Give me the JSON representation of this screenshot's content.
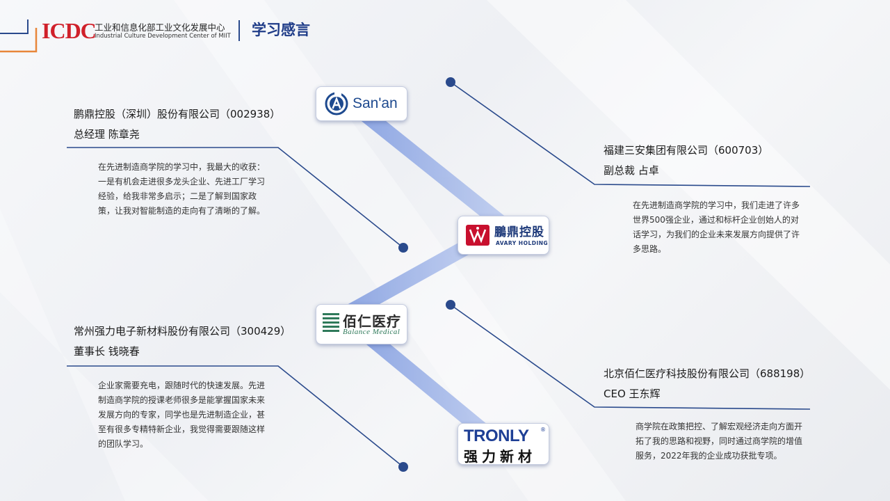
{
  "header": {
    "logo_text": "ICDC",
    "org_name_cn": "工业和信息化部工业文化发展中心",
    "org_name_en": "Industrial Culture Development Center of MIIT",
    "page_title": "学习感言"
  },
  "colors": {
    "accent_blue": "#2a4a8c",
    "logo_red": "#d0202a",
    "header_orange": "#e8863a"
  },
  "testimonials": [
    {
      "company": "鹏鼎控股（深圳）股份有限公司（002938）",
      "person": "总经理 陈章尧",
      "quote": "在先进制造商学院的学习中，我最大的收获：一是有机会走进很多龙头企业、先进工厂学习经验，给我非常多启示；二是了解到国家政策，让我对智能制造的走向有了清晰的了解。"
    },
    {
      "company": "福建三安集团有限公司（600703）",
      "person": "副总裁 占卓",
      "quote": "在先进制造商学院的学习中，我们走进了许多世界500强企业，通过和标杆企业创始人的对话学习，为我们的企业未来发展方向提供了许多思路。"
    },
    {
      "company": "常州强力电子新材料股份有限公司（300429）",
      "person": "董事长 钱晓春",
      "quote": "企业家需要充电，跟随时代的快速发展。先进制造商学院的授课老师很多是能掌握国家未来发展方向的专家，同学也是先进制造企业，甚至有很多专精特新企业，我觉得需要跟随这样的团队学习。"
    },
    {
      "company": "北京佰仁医疗科技股份有限公司（688198）",
      "person": "CEO 王东辉",
      "quote": "商学院在政策把控、了解宏观经济走向方面开拓了我的思路和视野，同时通过商学院的增值服务，2022年我的企业成功获批专项。"
    }
  ],
  "logos": {
    "sanan": {
      "text": "San'an",
      "icon": "sanan-a-circle-icon"
    },
    "avary": {
      "text_cn": "鵬鼎控股",
      "text_en": "AVARY HOLDING",
      "icon": "avary-emblem-icon"
    },
    "balance": {
      "text_cn": "佰仁医疗",
      "text_en": "Balance Medical",
      "icon": "balance-stripes-icon"
    },
    "tronly": {
      "text_en": "TRONLY",
      "reg": "®",
      "text_cn": "强力新材"
    }
  }
}
